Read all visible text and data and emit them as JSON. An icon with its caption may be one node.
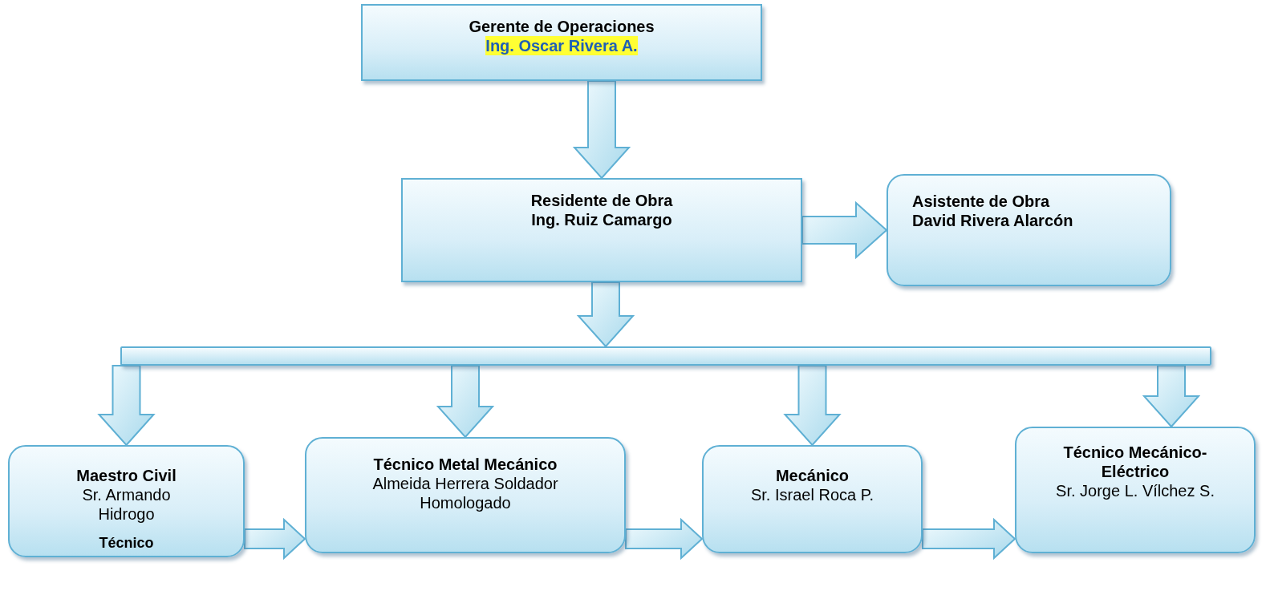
{
  "diagram": {
    "nodes": [
      {
        "text": [
          "Gerente de Operaciones",
          "Ing. Oscar Rivera A."
        ]
      },
      {
        "text": [
          "Residente de Obra",
          "Ing. Ruiz Camargo"
        ]
      },
      {
        "text": [
          "Asistente de Obra",
          "David Rivera Alarcón"
        ]
      },
      {
        "text": [],
        "shape": "bar"
      },
      {
        "text": [
          "Maestro Civil",
          "Sr. Armando Hidrogo",
          "Técnico"
        ]
      },
      {
        "text": [
          "Técnico Metal Mecánico",
          "Almeida Herrera Soldador Homologado"
        ]
      },
      {
        "text": [
          "Mecánico",
          "Sr. Israel Roca P."
        ]
      },
      {
        "text": [
          "Técnico Mecánico-Eléctrico",
          "Sr. Jorge L. Vílchez S."
        ]
      }
    ],
    "edges": [
      {
        "from": 0,
        "to": 1,
        "arrow": "to"
      },
      {
        "from": 1,
        "to": 2,
        "arrow": "to"
      },
      {
        "from": 1,
        "to": 3,
        "arrow": "to"
      },
      {
        "from": 3,
        "to": 4,
        "arrow": "to"
      },
      {
        "from": 3,
        "to": 5,
        "arrow": "to"
      },
      {
        "from": 3,
        "to": 6,
        "arrow": "to"
      },
      {
        "from": 3,
        "to": 7,
        "arrow": "to"
      },
      {
        "from": 4,
        "to": 5,
        "arrow": "to"
      },
      {
        "from": 5,
        "to": 6,
        "arrow": "to"
      },
      {
        "from": 6,
        "to": 7,
        "arrow": "to"
      }
    ]
  }
}
